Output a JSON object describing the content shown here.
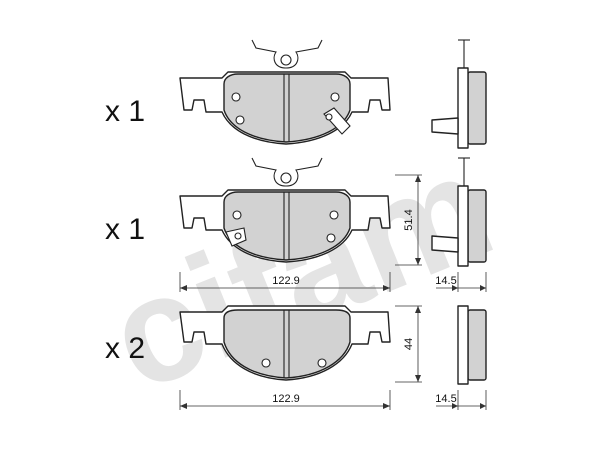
{
  "brand_watermark": "cifam",
  "colors": {
    "pad_fill": "#d2d2d2",
    "outline": "#222222",
    "watermark": "#e4e4e4"
  },
  "rows": [
    {
      "quantity": "x 1"
    },
    {
      "quantity": "x 1",
      "height": "51.4",
      "width": "122.9",
      "thickness": "14.5"
    },
    {
      "quantity": "x 2",
      "height": "44",
      "width": "122.9",
      "thickness": "14.5"
    }
  ]
}
